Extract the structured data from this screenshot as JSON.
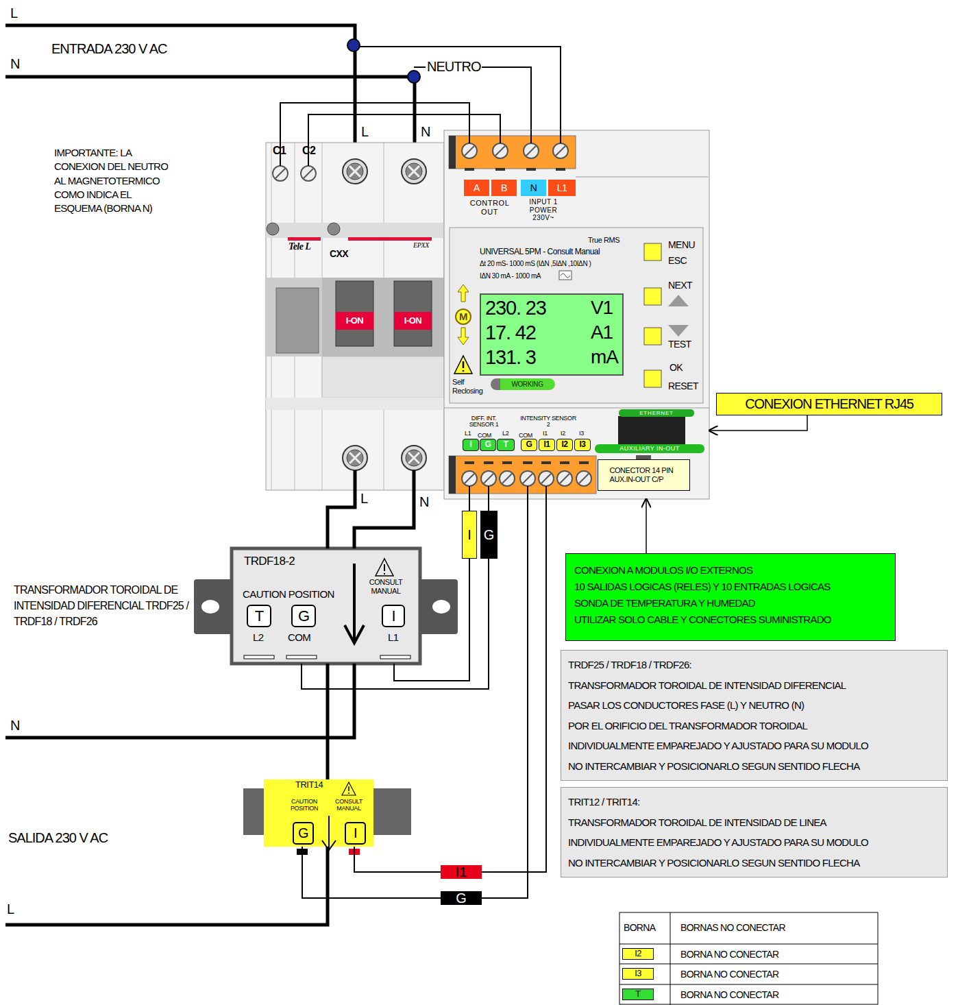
{
  "diagram": {
    "nodes": [
      {
        "text": [
          "C1",
          "C2",
          "L",
          "N",
          "Tele L",
          "CXX",
          "EPXX"
        ]
      },
      {
        "text": [
          "I-ON"
        ],
        "in": 0
      },
      {
        "text": [
          "I-ON"
        ],
        "in": 0
      },
      {
        "text": [
          "CONTROL OUT",
          "INPUT 1 POWER 230V~",
          "True RMS",
          "UNIVERSAL 5PM - Consult Manual",
          "Δt 20 mS- 1000 mS (IΔN ,5IΔN ,10IΔN )",
          "IΔN 30 mA - 1000 mA",
          "MENU",
          "ESC",
          "NEXT",
          "TEST",
          "OK",
          "RESET",
          "Self Reclosing",
          "DIFF. INT. SENSOR 1",
          "L1",
          "COM",
          "L2",
          "INTENSITY SENSOR 2",
          "COM",
          "I1",
          "I2",
          "I3"
        ]
      },
      {
        "text": [
          "A"
        ],
        "in": 3
      },
      {
        "text": [
          "B"
        ],
        "in": 3
      },
      {
        "text": [
          "N"
        ],
        "in": 3
      },
      {
        "text": [
          "L1"
        ],
        "in": 3
      },
      {
        "text": [
          "230. 23",
          "V1",
          "17. 42",
          "A1",
          "131. 3",
          "mA"
        ],
        "in": 3
      },
      {
        "text": [
          "M"
        ],
        "in": 3
      },
      {
        "text": [
          "WORKING"
        ],
        "in": 3
      },
      {
        "text": [
          "I"
        ],
        "in": 3
      },
      {
        "text": [
          "G"
        ],
        "in": 3
      },
      {
        "text": [
          "T"
        ],
        "in": 3
      },
      {
        "text": [
          "G"
        ],
        "in": 3
      },
      {
        "text": [
          "I1"
        ],
        "in": 3
      },
      {
        "text": [
          "I2"
        ],
        "in": 3
      },
      {
        "text": [
          "I3"
        ],
        "in": 3
      },
      {
        "text": [
          "ETHERNET"
        ],
        "in": 3
      },
      {
        "text": [
          "AUXILIARY IN-OUT"
        ],
        "in": 3
      },
      {
        "text": [
          "CONECTOR 14 PIN AUX.IN-OUT C/P"
        ],
        "in": 3
      },
      {
        "text": [
          "TRDF18-2",
          "CONSULT MANUAL",
          "CAUTION POSITION",
          "L2",
          "COM",
          "L1"
        ]
      },
      {
        "text": [
          "T"
        ],
        "in": 21
      },
      {
        "text": [
          "G"
        ],
        "in": 21
      },
      {
        "text": [
          "I"
        ],
        "in": 21
      },
      {
        "text": [
          "TRIT14",
          "CAUTION POSITION",
          "CONSULT MANUAL"
        ]
      },
      {
        "text": [
          "G"
        ],
        "in": 25
      },
      {
        "text": [
          "I"
        ],
        "in": 25
      },
      {
        "text": [
          "CONEXION ETHERNET RJ45"
        ]
      },
      {
        "text": [
          "CONEXION A MODULOS I/O EXTERNOS",
          "10 SALIDAS LOGICAS (RELES) Y 10 ENTRADAS LOGICAS",
          "SONDA DE TEMPERATURA Y HUMEDAD",
          "UTILIZAR SOLO CABLE Y CONECTORES SUMINISTRADO"
        ]
      },
      {
        "text": [
          "TRDF25 / TRDF18 / TRDF26:",
          "TRANSFORMADOR TOROIDAL DE INTENSIDAD DIFERENCIAL",
          "PASAR LOS CONDUCTORES FASE (L) Y NEUTRO (N)",
          "POR EL ORIFICIO DEL TRANSFORMADOR TOROIDAL",
          "INDIVIDUALMENTE EMPAREJADO Y AJUSTADO PARA SU MODULO",
          "NO INTERCAMBIAR Y POSICIONARLO SEGUN SENTIDO FLECHA"
        ]
      },
      {
        "text": [
          "TRIT12 / TRIT14:",
          "TRANSFORMADOR TOROIDAL DE INTENSIDAD DE LINEA",
          "INDIVIDUALMENTE EMPAREJADO Y AJUSTADO PARA SU MODULO",
          "NO INTERCAMBIAR Y POSICIONARLO SEGUN SENTIDO FLECHA"
        ]
      }
    ],
    "edges": [
      {
        "from": 0,
        "to": 21,
        "arrow": "none"
      },
      {
        "from": 0,
        "to": 21,
        "arrow": "none"
      },
      {
        "from": 0,
        "to": 3,
        "arrow": "none"
      },
      {
        "from": 0,
        "to": 3,
        "arrow": "none"
      },
      {
        "from": 21,
        "to": 3,
        "label": "I",
        "arrow": "none"
      },
      {
        "from": 21,
        "to": 3,
        "label": "G",
        "arrow": "none"
      },
      {
        "from": 21,
        "to": 25,
        "arrow": "none"
      },
      {
        "from": 25,
        "to": 3,
        "label": "I1",
        "arrow": "none"
      },
      {
        "from": 25,
        "to": 3,
        "label": "G",
        "arrow": "none"
      },
      {
        "from": 28,
        "to": 3,
        "arrow": "to"
      },
      {
        "from": 29,
        "to": 3,
        "arrow": "to"
      }
    ],
    "labels": [
      "L",
      "ENTRADA 230 V AC",
      "N",
      "NEUTRO",
      "IMPORTANTE: LA CONEXION DEL NEUTRO AL MAGNETOTERMICO COMO INDICA EL ESQUEMA (BORNA N)",
      "L",
      "N",
      "TRANSFORMADOR TOROIDAL DE INTENSIDAD DIFERENCIAL TRDF25 / TRDF18 / TRDF26",
      "N",
      "SALIDA 230 V AC",
      "L",
      "BORNA",
      "BORNAS NO CONECTAR",
      "I2",
      "BORNA NO CONECTAR",
      "I3",
      "BORNA NO CONECTAR",
      "T",
      "BORNA NO CONECTAR"
    ]
  }
}
